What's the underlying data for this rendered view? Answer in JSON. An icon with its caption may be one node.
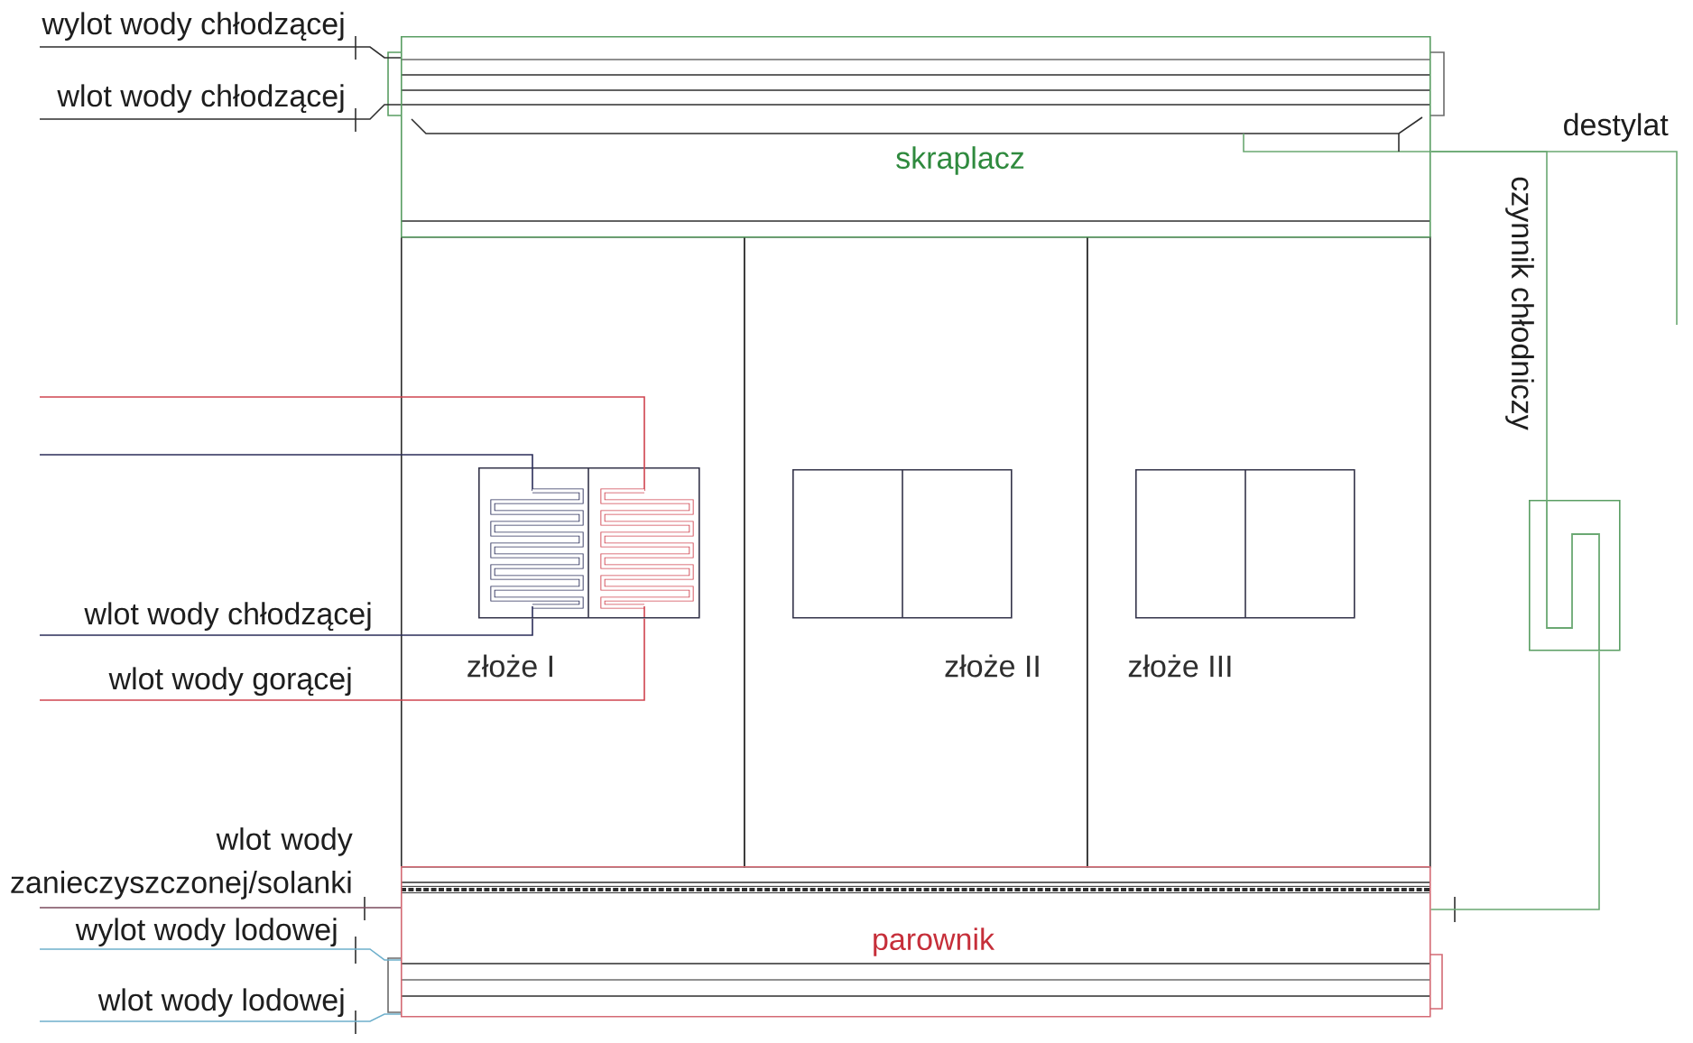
{
  "diagram": {
    "nodes": [
      {
        "text": [
          "skraplacz"
        ]
      },
      {
        "text": [
          "złoże I"
        ]
      },
      {
        "text": [],
        "shape": "box",
        "in": 1
      },
      {
        "text": [
          "złoże II"
        ]
      },
      {
        "text": [],
        "shape": "box",
        "in": 3
      },
      {
        "text": [
          "złoże III"
        ]
      },
      {
        "text": [],
        "shape": "box",
        "in": 5
      },
      {
        "text": [
          "parownik"
        ]
      },
      {
        "text": [],
        "shape": "box"
      }
    ],
    "edges": [
      {
        "from": 0,
        "to": null,
        "arrow": "none",
        "label": "wylot wody chłodzącej",
        "color": "#2e2e2e"
      },
      {
        "from": null,
        "to": 0,
        "arrow": "none",
        "label": "wlot wody chłodzącej",
        "color": "#2e2e2e"
      },
      {
        "from": 0,
        "to": null,
        "arrow": "none",
        "label": "destylat",
        "color": "#6aa872"
      },
      {
        "from": 0,
        "to": 8,
        "arrow": "none",
        "label": "czynnik chłodniczy",
        "color": "#6aa872"
      },
      {
        "from": 8,
        "to": 7,
        "arrow": "none",
        "color": "#6aa872"
      },
      {
        "from": 2,
        "to": null,
        "arrow": "none",
        "color": "#d04550"
      },
      {
        "from": 2,
        "to": null,
        "arrow": "none",
        "color": "#2b2e5a"
      },
      {
        "from": null,
        "to": 2,
        "arrow": "none",
        "label": "wlot wody chłodzącej",
        "color": "#2b2e5a"
      },
      {
        "from": null,
        "to": 2,
        "arrow": "none",
        "label": "wlot wody gorącej",
        "color": "#d04550"
      },
      {
        "from": null,
        "to": 7,
        "arrow": "none",
        "label": "wlot wody zanieczyszczonej/solanki",
        "color": "#7a4a5c"
      },
      {
        "from": 7,
        "to": null,
        "arrow": "none",
        "label": "wylot wody lodowej",
        "color": "#6fb0cc"
      },
      {
        "from": null,
        "to": 7,
        "arrow": "none",
        "label": "wlot wody lodowej",
        "color": "#6fb0cc"
      }
    ]
  }
}
